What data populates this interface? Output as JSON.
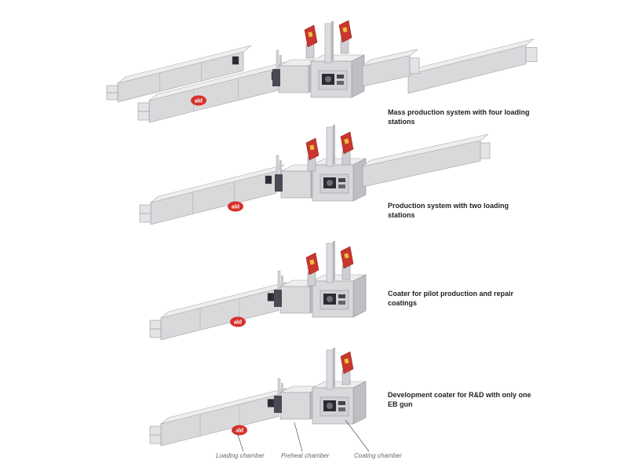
{
  "colors": {
    "metal_top": "#eeeeef",
    "metal_front": "#d9d9dc",
    "metal_side": "#bfbfc3",
    "gun_red": "#c9362d",
    "gun_yellow": "#e7c13a",
    "logo_red": "#d6312b",
    "panel_dark": "#2b2b33"
  },
  "icons": {
    "logo": "ald-logo-icon",
    "gun": "eb-gun-icon"
  },
  "systems": [
    {
      "name": "mass-production",
      "caption": "Mass production system with four loading stations"
    },
    {
      "name": "production",
      "caption": "Production system with two loading stations"
    },
    {
      "name": "pilot-coater",
      "caption": "Coater for pilot production and repair coatings"
    },
    {
      "name": "development-coater",
      "caption": "Development coater for R&D with only one EB gun"
    }
  ],
  "labels": {
    "loading": "Loading chamber",
    "preheat": "Preheat chamber",
    "coating": "Coating chamber"
  },
  "logo_text": "ald"
}
